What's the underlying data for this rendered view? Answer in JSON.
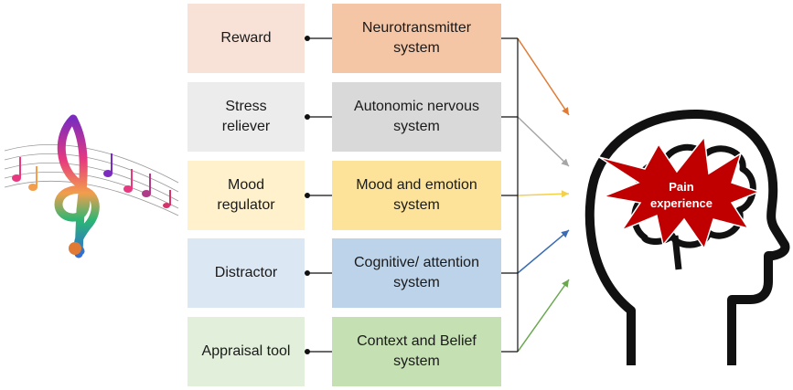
{
  "rows": [
    {
      "effect": "Reward",
      "system": "Neurotransmitter system",
      "left_color": "#f8e1d6",
      "mid_color": "#f5c6a6",
      "arrow_color": "#e07a34"
    },
    {
      "effect": "Stress reliever",
      "system": "Autonomic nervous system",
      "left_color": "#ececec",
      "mid_color": "#d9d9d9",
      "arrow_color": "#a6a6a6"
    },
    {
      "effect": "Mood regulator",
      "system": "Mood and emotion system",
      "left_color": "#fff1cc",
      "mid_color": "#fde39a",
      "arrow_color": "#f3d14b"
    },
    {
      "effect": "Distractor",
      "system": "Cognitive/ attention system",
      "left_color": "#dce7f4",
      "mid_color": "#bcd3ea",
      "arrow_color": "#3a6db5"
    },
    {
      "effect": "Appraisal tool",
      "system": "Context and Belief system",
      "left_color": "#e2efda",
      "mid_color": "#c5e0b3",
      "arrow_color": "#6aa84f"
    }
  ],
  "brain": {
    "label": "Pain experience",
    "burst_color": "#c00000"
  },
  "music_icon": "treble-clef-with-notes-icon",
  "head_icon": "human-head-brain-icon"
}
